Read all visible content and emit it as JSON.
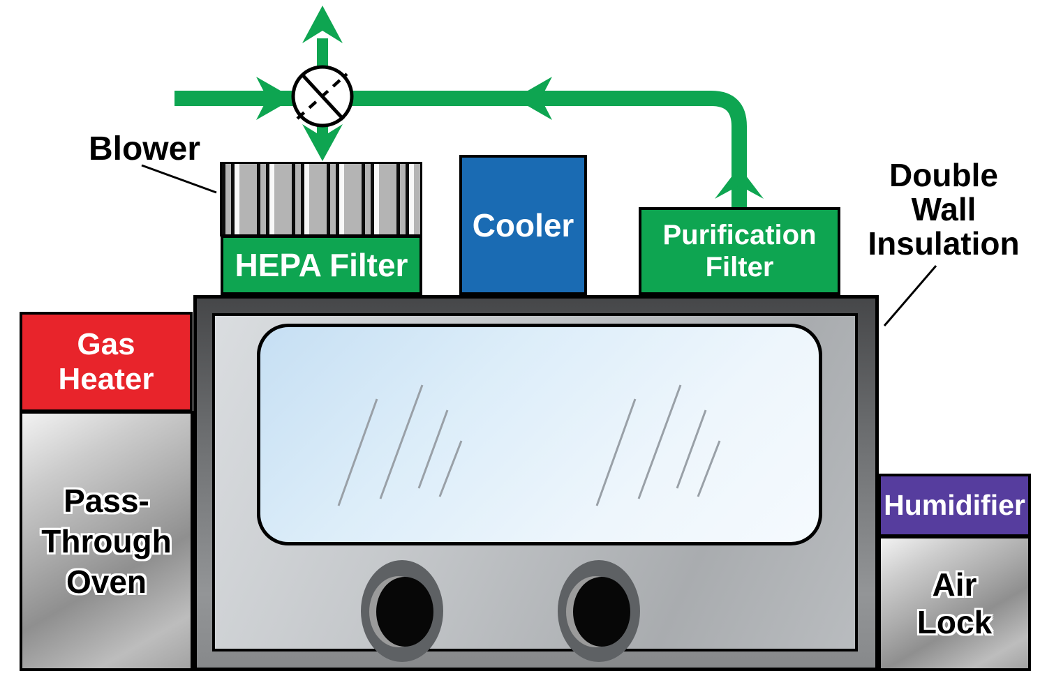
{
  "diagram": {
    "description": "Pass-through oven glovebox chamber with recirculating gas purification loop"
  },
  "components": {
    "blower": {
      "label": "Blower"
    },
    "hepa_filter": {
      "label": "HEPA Filter"
    },
    "cooler": {
      "label": "Cooler"
    },
    "purification_filter": {
      "line1": "Purification",
      "line2": "Filter"
    },
    "double_wall_insulation": {
      "line1": "Double",
      "line2": "Wall",
      "line3": "Insulation"
    },
    "gas_heater": {
      "line1": "Gas",
      "line2": "Heater"
    },
    "pass_through_oven": {
      "line1": "Pass-",
      "line2": "Through",
      "line3": "Oven"
    },
    "humidifier": {
      "label": "Humidifier"
    },
    "air_lock": {
      "line1": "Air",
      "line2": "Lock"
    }
  },
  "icons": {
    "valve_icon": "circle with solid and dashed diagonal lines (blower/valve symbol)",
    "exhaust_arrow": "green arrow up",
    "inlet_arrow": "green arrow right into valve",
    "supply_arrow": "green arrow down into blower",
    "return_arrow": "green arrow left along return pipe",
    "filter_outlet_arrow": "green chevron up from purification filter"
  },
  "colors": {
    "flow_green": "#0ea551",
    "filter_green": "#0ea551",
    "cooler_blue": "#1a6bb3",
    "heater_red": "#e8242b",
    "humidifier_purple": "#563d9e",
    "window_glass_blue": "#d8ebf9",
    "chamber_frame_gray": "#6f7173",
    "metal_gray": "#b5b5b5"
  }
}
